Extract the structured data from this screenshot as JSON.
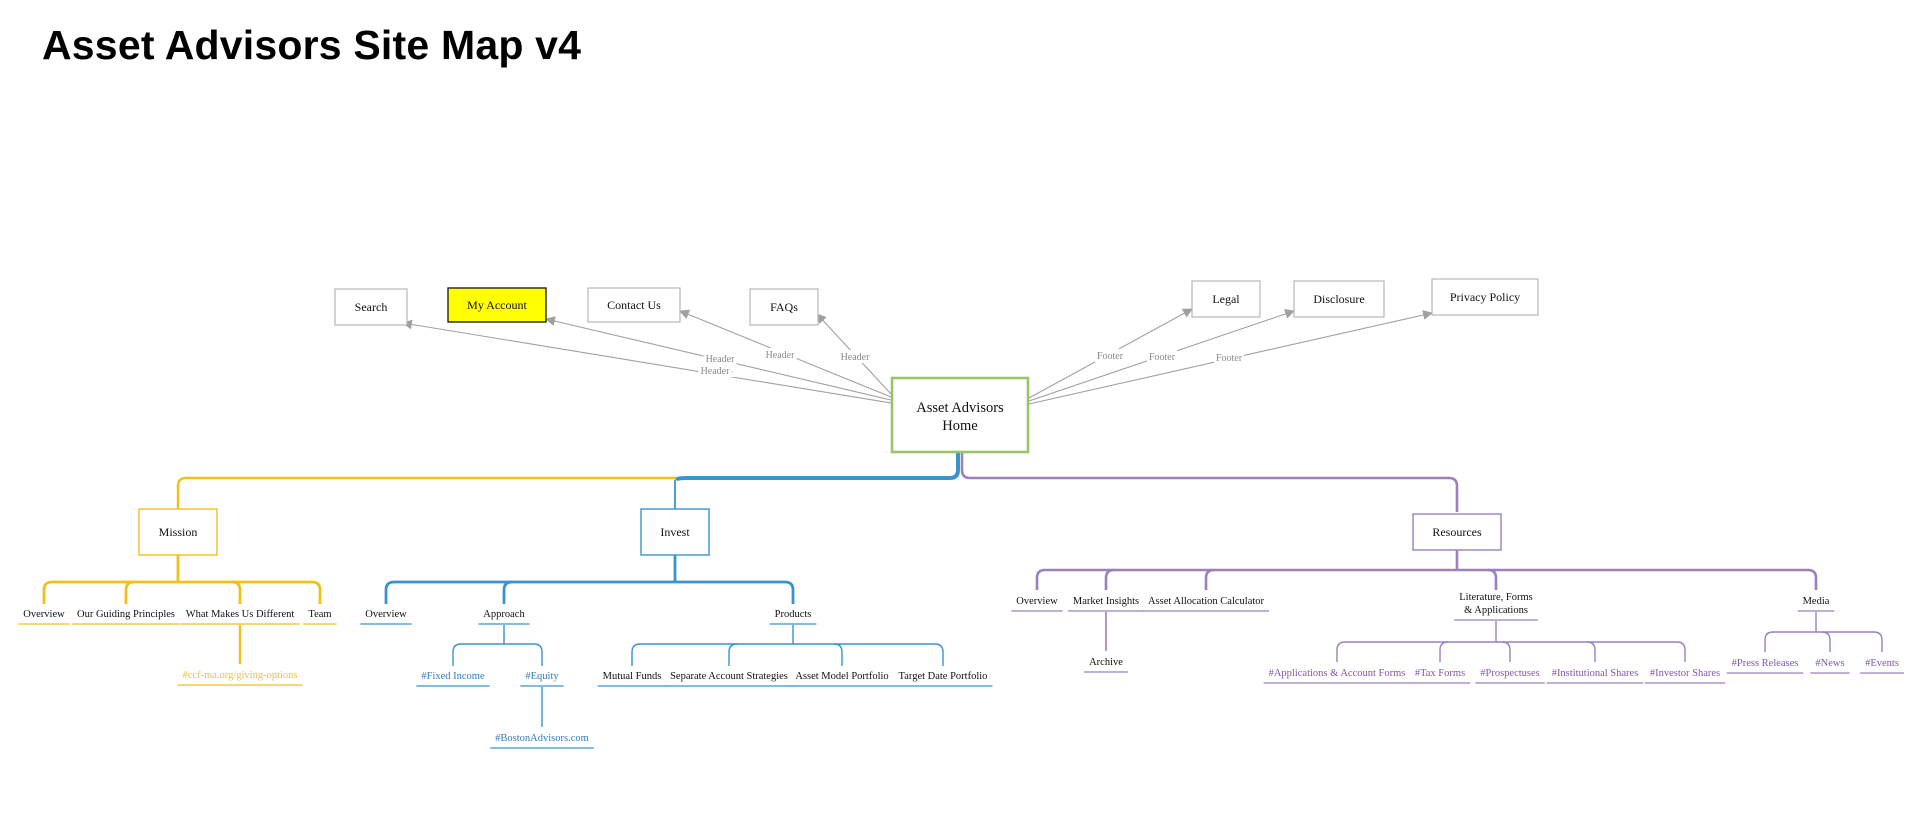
{
  "title": "Asset Advisors Site Map v4",
  "colors": {
    "gray": "#a0a0a0",
    "edge_label": "#8a8a8a",
    "home_border": "#9bc36b",
    "yellow": "#f2c01a",
    "yellow_text": "#e8c340",
    "blue": "#3a93cc",
    "blue_text": "#2d7fbf",
    "purple": "#9a80bd",
    "purple_text": "#7b5aa6",
    "highlight": "#ffff00"
  },
  "home": {
    "label": "Asset Advisors Home",
    "line1": "Asset Advisors",
    "line2": "Home"
  },
  "utility_links": [
    {
      "id": "search",
      "label": "Search",
      "edge": "Header"
    },
    {
      "id": "my-account",
      "label": "My Account",
      "edge": "Header",
      "highlighted": true
    },
    {
      "id": "contact-us",
      "label": "Contact Us",
      "edge": "Header"
    },
    {
      "id": "faqs",
      "label": "FAQs",
      "edge": "Header"
    },
    {
      "id": "legal",
      "label": "Legal",
      "edge": "Footer"
    },
    {
      "id": "disclosure",
      "label": "Disclosure",
      "edge": "Footer"
    },
    {
      "id": "privacy-policy",
      "label": "Privacy Policy",
      "edge": "Footer"
    }
  ],
  "sections": [
    {
      "id": "mission",
      "label": "Mission",
      "color": "yellow",
      "children": [
        {
          "id": "overview",
          "label": "Overview"
        },
        {
          "id": "our-guiding-principles",
          "label": "Our Guiding Principles"
        },
        {
          "id": "what-makes-us-different",
          "label": "What Makes Us Different",
          "children": [
            {
              "id": "ccf",
              "label": "#ccf-ma.org/giving-options"
            }
          ]
        },
        {
          "id": "team",
          "label": "Team"
        }
      ]
    },
    {
      "id": "invest",
      "label": "Invest",
      "color": "blue",
      "children": [
        {
          "id": "overview",
          "label": "Overview"
        },
        {
          "id": "approach",
          "label": "Approach",
          "children": [
            {
              "id": "fixed-income",
              "label": "#Fixed Income"
            },
            {
              "id": "equity",
              "label": "#Equity",
              "children": [
                {
                  "id": "boston-advisors",
                  "label": "#BostonAdvisors.com"
                }
              ]
            }
          ]
        },
        {
          "id": "products",
          "label": "Products",
          "children": [
            {
              "id": "mutual-funds",
              "label": "Mutual Funds"
            },
            {
              "id": "separate-account-strategies",
              "label": "Separate Account Strategies"
            },
            {
              "id": "asset-model-portfolio",
              "label": "Asset Model Portfolio"
            },
            {
              "id": "target-date-portfolio",
              "label": "Target Date Portfolio"
            }
          ]
        }
      ]
    },
    {
      "id": "resources",
      "label": "Resources",
      "color": "purple",
      "children": [
        {
          "id": "overview",
          "label": "Overview"
        },
        {
          "id": "market-insights",
          "label": "Market Insights",
          "children": [
            {
              "id": "archive",
              "label": "Archive"
            }
          ]
        },
        {
          "id": "asset-allocation-calculator",
          "label": "Asset Allocation Calculator"
        },
        {
          "id": "literature",
          "label": "Literature, Forms & Applications",
          "line1": "Literature, Forms",
          "line2": "& Applications",
          "children": [
            {
              "id": "applications-account-forms",
              "label": "#Applications & Account Forms"
            },
            {
              "id": "tax-forms",
              "label": "#Tax Forms"
            },
            {
              "id": "prospectuses",
              "label": "#Prospectuses"
            },
            {
              "id": "institutional-shares",
              "label": "#Institutional Shares"
            },
            {
              "id": "investor-shares",
              "label": "#Investor Shares"
            }
          ]
        },
        {
          "id": "media",
          "label": "Media",
          "children": [
            {
              "id": "press-releases",
              "label": "#Press Releases"
            },
            {
              "id": "news",
              "label": "#News"
            },
            {
              "id": "events",
              "label": "#Events"
            }
          ]
        }
      ]
    }
  ]
}
